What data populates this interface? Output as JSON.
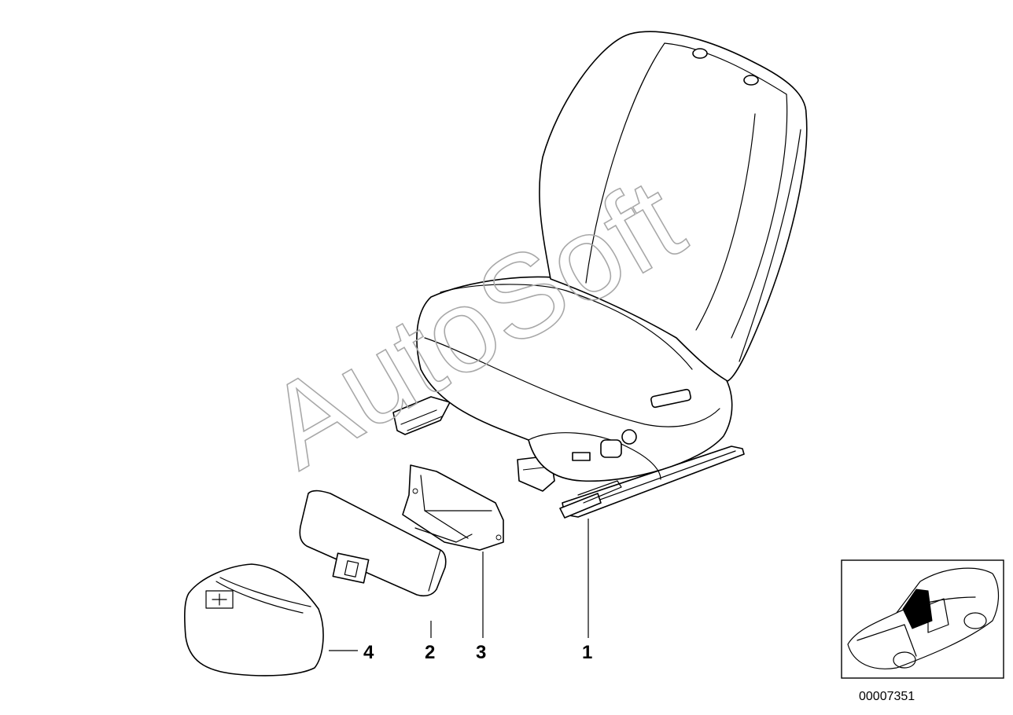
{
  "watermark": "AutoSoft",
  "callouts": [
    {
      "id": "callout-1",
      "label": "1"
    },
    {
      "id": "callout-2",
      "label": "2"
    },
    {
      "id": "callout-3",
      "label": "3"
    },
    {
      "id": "callout-4",
      "label": "4"
    }
  ],
  "diagram_number": "00007351",
  "colors": {
    "line": "#000000",
    "watermark": "#a8a8a8",
    "background": "#ffffff"
  }
}
